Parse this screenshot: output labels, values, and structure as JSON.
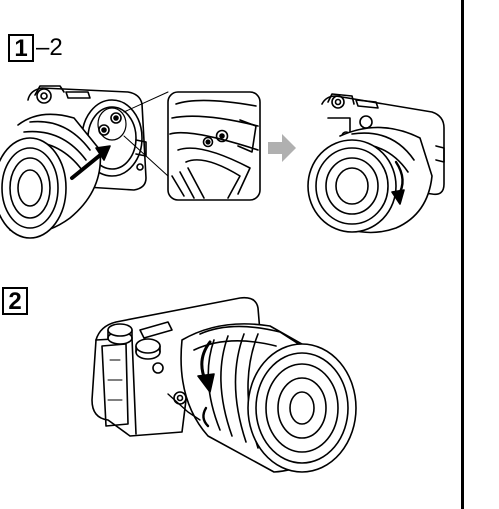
{
  "steps": [
    {
      "number": "1",
      "suffix": "–2"
    },
    {
      "number": "2",
      "suffix": ""
    }
  ]
}
